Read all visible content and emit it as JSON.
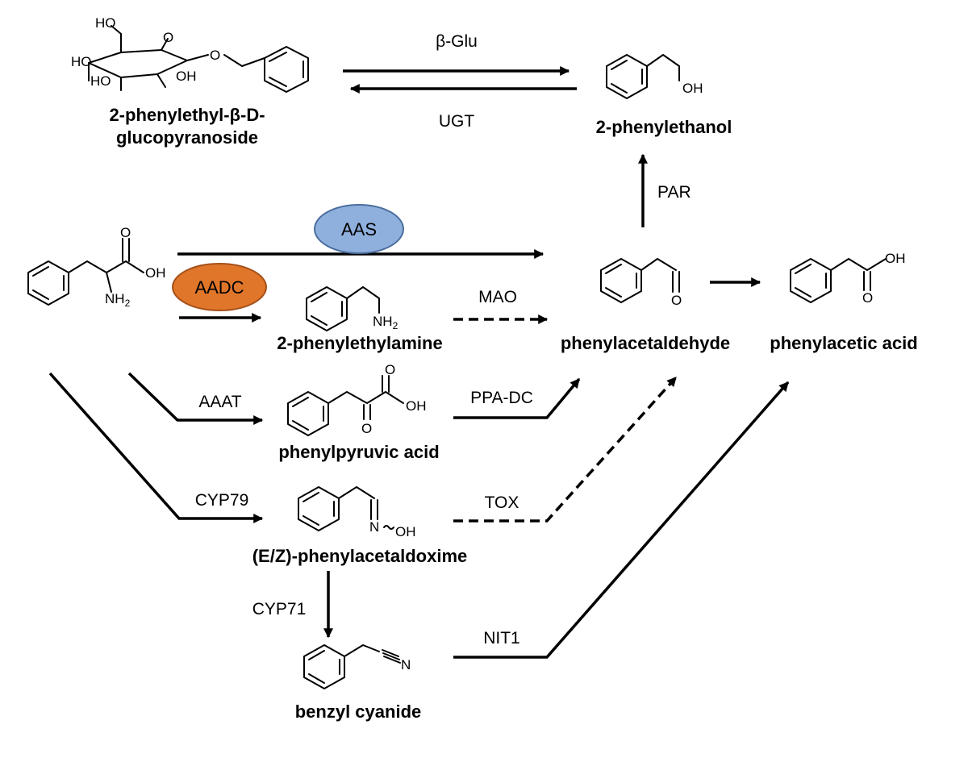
{
  "compounds": {
    "glucoside": {
      "line1": "2-phenylethyl-β-D-",
      "line2": "glucopyranoside"
    },
    "phenylethanol": "2-phenylethanol",
    "phenylethylamine": "2-phenylethylamine",
    "phenylacetaldehyde": "phenylacetaldehyde",
    "phenylacetic_acid": "phenylacetic acid",
    "phenylpyruvic_acid": "phenylpyruvic acid",
    "phenylacetaldoxime": "(E/Z)-phenylacetaldoxime",
    "benzyl_cyanide": "benzyl cyanide"
  },
  "enzymes": {
    "beta_glu": "β-Glu",
    "ugt": "UGT",
    "par": "PAR",
    "aas": "AAS",
    "aadc": "AADC",
    "mao": "MAO",
    "aaat": "AAAT",
    "ppa_dc": "PPA-DC",
    "cyp79": "CYP79",
    "tox": "TOX",
    "cyp71": "CYP71",
    "nit1": "NIT1"
  },
  "atoms": {
    "ho": "HO",
    "oh": "OH",
    "o": "O",
    "nh2_n": "NH",
    "nh2_sub": "2",
    "n": "N",
    "oxime_oh": "OH"
  },
  "colors": {
    "aas_oval": "#8fb0dc",
    "aas_oval_edge": "#4a6e9e",
    "aadc_oval": "#e0762a",
    "aadc_oval_edge": "#a5501a"
  }
}
